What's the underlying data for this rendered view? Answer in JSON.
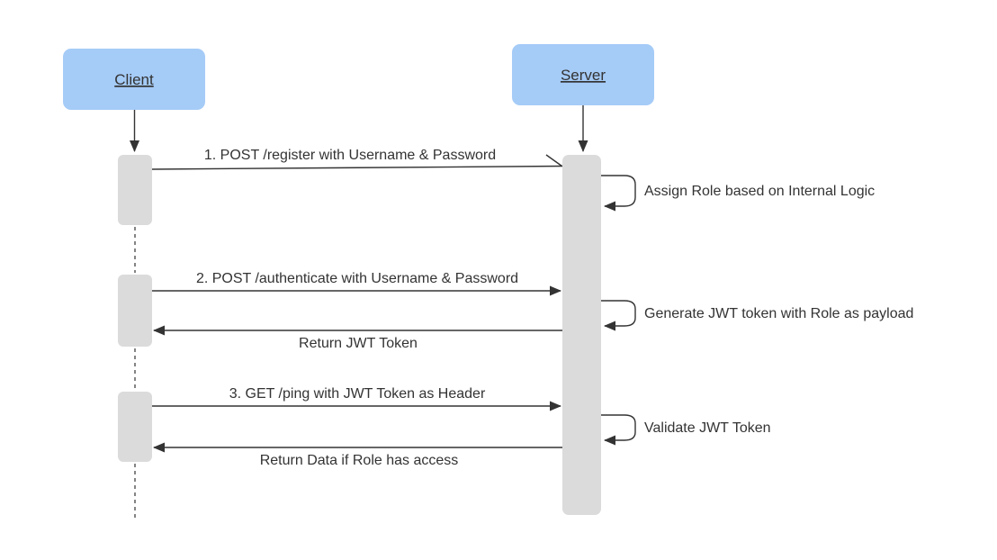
{
  "diagram": {
    "type": "sequence-diagram",
    "actors": [
      {
        "label": "Client"
      },
      {
        "label": "Server"
      }
    ],
    "messages": {
      "m1": "1. POST /register with Username & Password",
      "self1": "Assign Role based on Internal Logic",
      "m2": "2. POST /authenticate with Username & Password",
      "self2": "Generate JWT token with Role as payload",
      "return1": "Return JWT Token",
      "m3": "3. GET /ping with JWT Token as Header",
      "self3": "Validate JWT Token",
      "return2": "Return Data if Role has access"
    },
    "colors": {
      "actor_fill": "#a5cbf7",
      "activation_fill": "#dbdbdb",
      "line": "#333333",
      "text": "#333333",
      "background": "#ffffff"
    }
  }
}
